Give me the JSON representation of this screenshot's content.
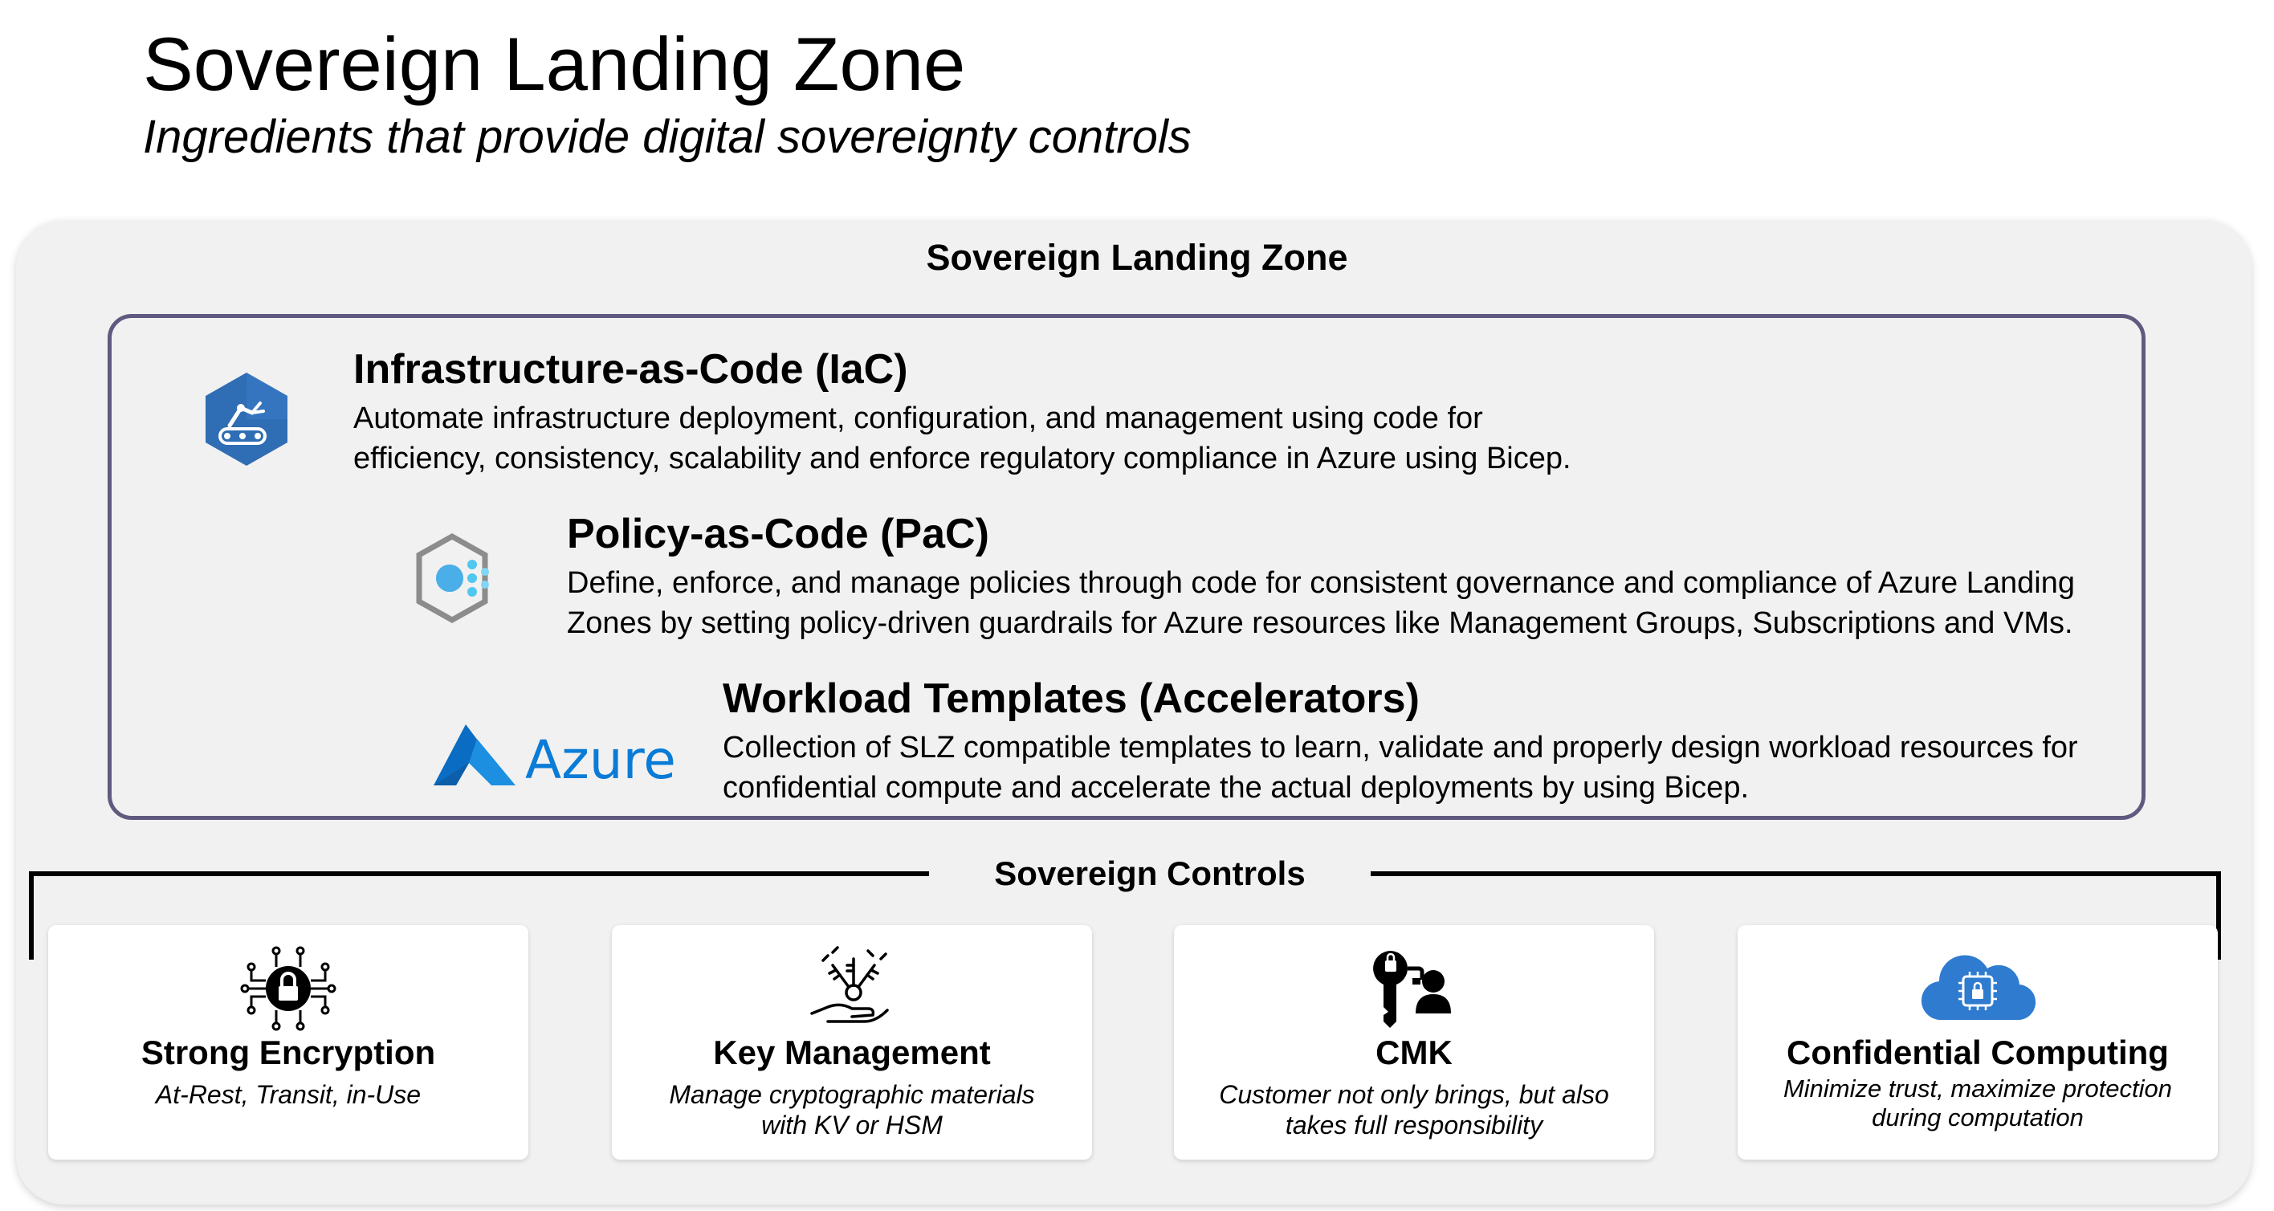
{
  "header": {
    "title": "Sovereign Landing Zone",
    "subtitle": "Ingredients that provide digital sovereignty controls"
  },
  "landing_zone": {
    "title": "Sovereign Landing Zone",
    "sections": [
      {
        "title": "Infrastructure-as-Code (IaC)",
        "description_lines": [
          "Automate infrastructure deployment, configuration, and management using code for",
          "efficiency, consistency, scalability and enforce regulatory compliance in Azure using Bicep."
        ],
        "icon": "automation-hexagon-icon"
      },
      {
        "title": "Policy-as-Code (PaC)",
        "description_lines": [
          "Define, enforce, and manage policies through code for consistent governance and compliance of Azure Landing",
          "Zones by setting policy-driven guardrails for Azure resources like Management Groups, Subscriptions and VMs."
        ],
        "icon": "policy-hexagon-icon"
      },
      {
        "title": "Workload Templates (Accelerators)",
        "description_lines": [
          "Collection of SLZ compatible templates to learn, validate and properly design workload resources for",
          "confidential compute and accelerate the actual deployments by using Bicep."
        ],
        "icon": "azure-logo",
        "logo_text": "Azure"
      }
    ]
  },
  "controls": {
    "label": "Sovereign Controls",
    "cards": [
      {
        "title": "Strong Encryption",
        "subtitle_lines": [
          "At-Rest, Transit, in-Use"
        ],
        "icon": "encryption-lock-icon"
      },
      {
        "title": "Key Management",
        "subtitle_lines": [
          "Manage cryptographic materials",
          "with KV or HSM"
        ],
        "icon": "key-management-icon"
      },
      {
        "title": "CMK",
        "subtitle_lines": [
          "Customer not only brings, but also",
          "takes full responsibility"
        ],
        "icon": "customer-key-icon"
      },
      {
        "title": "Confidential Computing",
        "subtitle_lines": [
          "Minimize trust, maximize protection",
          "during computation"
        ],
        "icon": "confidential-cloud-icon"
      }
    ]
  },
  "colors": {
    "inner_border": "#5f5a7f",
    "panel_background": "#f1f1f1",
    "azure_blue": "#0078d4",
    "hexagon_blue": "#2f6db4"
  }
}
